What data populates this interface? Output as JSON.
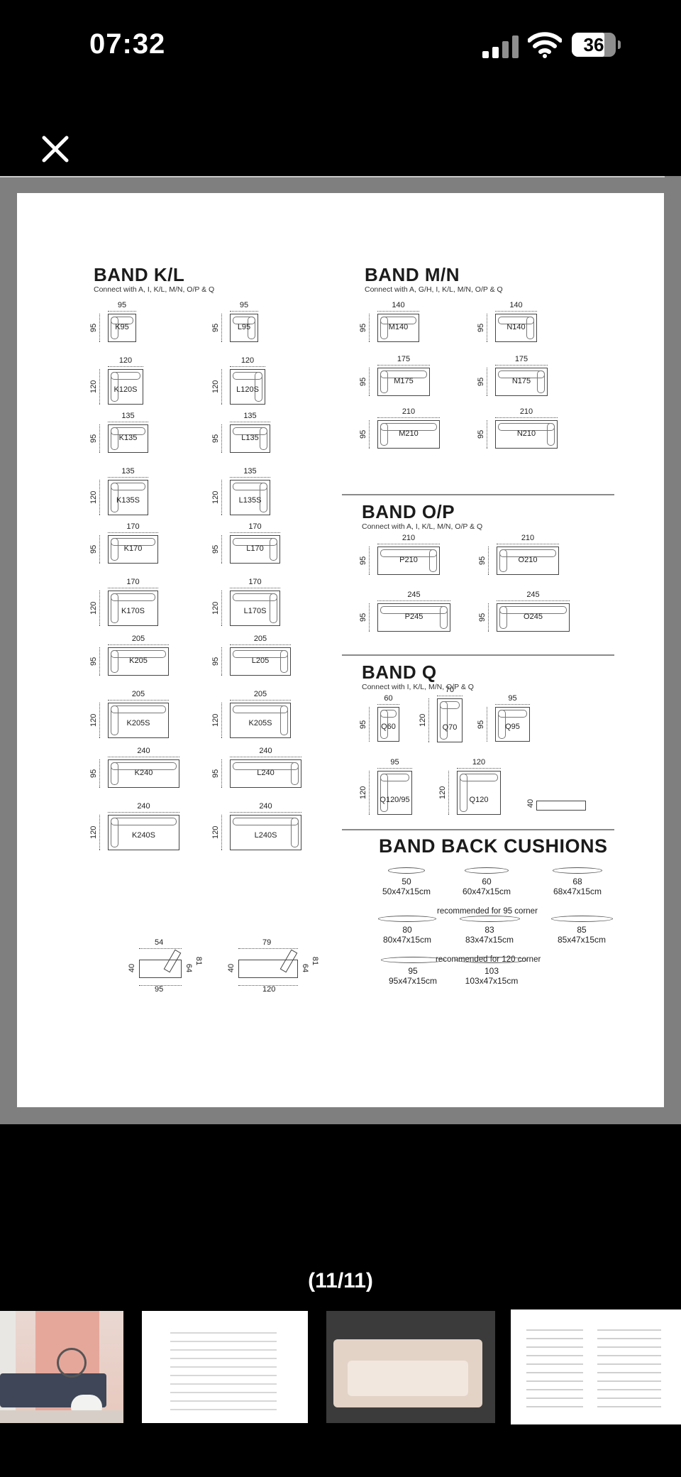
{
  "status_bar": {
    "time": "07:32",
    "battery": "36"
  },
  "viewer": {
    "counter": "(11/11)",
    "close_icon": "close-x-icon",
    "thumbnails": [
      {
        "name": "thumb-living-room",
        "icon": "photo-thumbnail"
      },
      {
        "name": "thumb-brochure-page",
        "icon": "photo-thumbnail"
      },
      {
        "name": "thumb-sofa-detail",
        "icon": "photo-thumbnail"
      },
      {
        "name": "thumb-dimension-sheet",
        "icon": "photo-thumbnail"
      }
    ]
  },
  "brochure": {
    "kl": {
      "title": "BAND K/L",
      "subtitle": "Connect with A, I, K/L, M/N, O/P & Q",
      "left": [
        {
          "name": "K95",
          "w": "95",
          "d": "95"
        },
        {
          "name": "K120S",
          "w": "120",
          "d": "120"
        },
        {
          "name": "K135",
          "w": "135",
          "d": "95"
        },
        {
          "name": "K135S",
          "w": "135",
          "d": "120"
        },
        {
          "name": "K170",
          "w": "170",
          "d": "95"
        },
        {
          "name": "K170S",
          "w": "170",
          "d": "120"
        },
        {
          "name": "K205",
          "w": "205",
          "d": "95"
        },
        {
          "name": "K205S",
          "w": "205",
          "d": "120"
        },
        {
          "name": "K240",
          "w": "240",
          "d": "95"
        },
        {
          "name": "K240S",
          "w": "240",
          "d": "120"
        }
      ],
      "right": [
        {
          "name": "L95",
          "w": "95",
          "d": "95"
        },
        {
          "name": "L120S",
          "w": "120",
          "d": "120"
        },
        {
          "name": "L135",
          "w": "135",
          "d": "95"
        },
        {
          "name": "L135S",
          "w": "135",
          "d": "120"
        },
        {
          "name": "L170",
          "w": "170",
          "d": "95"
        },
        {
          "name": "L170S",
          "w": "170",
          "d": "120"
        },
        {
          "name": "L205",
          "w": "205",
          "d": "95"
        },
        {
          "name": "K205S",
          "w": "205",
          "d": "120"
        },
        {
          "name": "L240",
          "w": "240",
          "d": "95"
        },
        {
          "name": "L240S",
          "w": "240",
          "d": "120"
        }
      ]
    },
    "mn": {
      "title": "BAND M/N",
      "subtitle": "Connect with A, G/H, I, K/L, M/N, O/P & Q",
      "items": [
        {
          "name": "M140",
          "w": "140",
          "d": "95"
        },
        {
          "name": "N140",
          "w": "140",
          "d": "95"
        },
        {
          "name": "M175",
          "w": "175",
          "d": "95"
        },
        {
          "name": "N175",
          "w": "175",
          "d": "95"
        },
        {
          "name": "M210",
          "w": "210",
          "d": "95"
        },
        {
          "name": "N210",
          "w": "210",
          "d": "95"
        }
      ]
    },
    "op": {
      "title": "BAND O/P",
      "subtitle": "Connect with A, I, K/L, M/N, O/P & Q",
      "items": [
        {
          "name": "P210",
          "w": "210",
          "d": "95"
        },
        {
          "name": "O210",
          "w": "210",
          "d": "95"
        },
        {
          "name": "P245",
          "w": "245",
          "d": "95"
        },
        {
          "name": "O245",
          "w": "245",
          "d": "95"
        }
      ]
    },
    "q": {
      "title": "BAND Q",
      "subtitle": "Connect with I, K/L, M/N, O/P & Q",
      "items": [
        {
          "name": "Q60",
          "w": "60",
          "d": "95"
        },
        {
          "name": "Q70",
          "w": "70",
          "d": "120"
        },
        {
          "name": "Q95",
          "w": "95",
          "d": "95"
        },
        {
          "name": "Q120/95",
          "w": "95",
          "d": "120"
        },
        {
          "name": "Q120",
          "w": "120",
          "d": "120"
        }
      ],
      "side_height": "40"
    },
    "side_views": [
      {
        "top": "54",
        "height": "40",
        "seat": "64",
        "back": "81",
        "bottom": "95"
      },
      {
        "top": "79",
        "height": "40",
        "seat": "64",
        "back": "81",
        "bottom": "120"
      }
    ],
    "cushions": {
      "title": "BAND BACK CUSHIONS",
      "row1": [
        {
          "len": "50",
          "size": "50x47x15cm"
        },
        {
          "len": "60",
          "size": "60x47x15cm"
        },
        {
          "len": "68",
          "size": "68x47x15cm"
        }
      ],
      "row1_note": "recommended for 95 corner",
      "row2": [
        {
          "len": "80",
          "size": "80x47x15cm"
        },
        {
          "len": "83",
          "size": "83x47x15cm"
        },
        {
          "len": "85",
          "size": "85x47x15cm"
        }
      ],
      "row2_note": "recommended for 120 corner",
      "row3": [
        {
          "len": "95",
          "size": "95x47x15cm"
        },
        {
          "len": "103",
          "size": "103x47x15cm"
        }
      ]
    }
  }
}
